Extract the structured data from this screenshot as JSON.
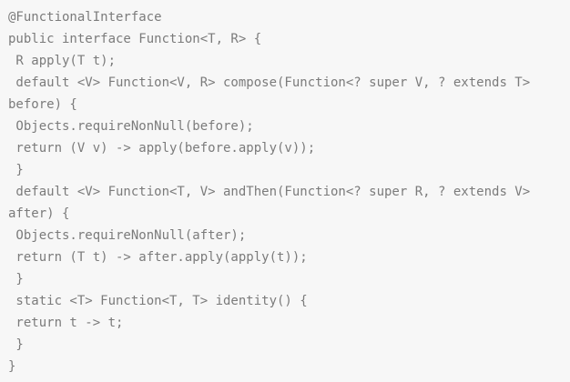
{
  "code": {
    "lines": [
      "@FunctionalInterface",
      "public interface Function<T, R> {",
      " R apply(T t);",
      " default <V> Function<V, R> compose(Function<? super V, ? extends T>",
      "before) {",
      " Objects.requireNonNull(before);",
      " return (V v) -> apply(before.apply(v));",
      " }",
      " default <V> Function<T, V> andThen(Function<? super R, ? extends V>",
      "after) {",
      " Objects.requireNonNull(after);",
      " return (T t) -> after.apply(apply(t));",
      " }",
      " static <T> Function<T, T> identity() {",
      " return t -> t;",
      " }",
      "}"
    ]
  }
}
